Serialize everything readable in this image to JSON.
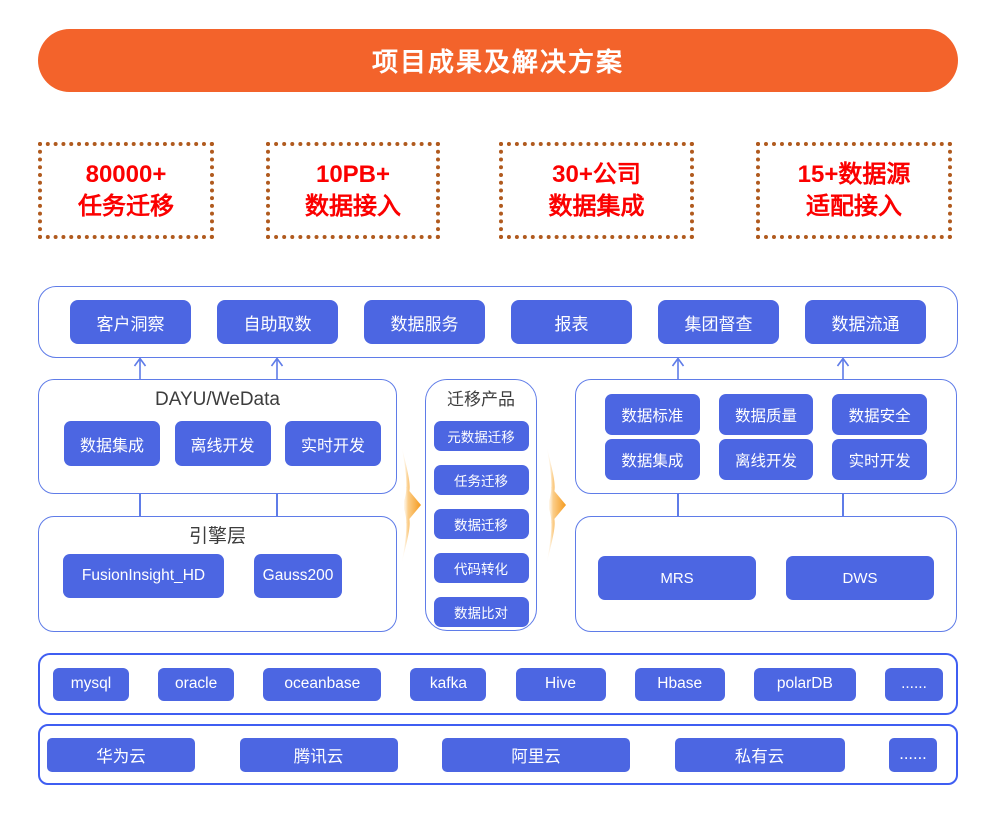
{
  "banner": {
    "title": "项目成果及解决方案"
  },
  "stats": [
    {
      "value": "80000+",
      "label": "任务迁移"
    },
    {
      "value": "10PB+",
      "label": "数据接入"
    },
    {
      "value": "30+公司",
      "label": "数据集成"
    },
    {
      "value": "15+数据源",
      "label": "适配接入"
    }
  ],
  "application_layer": {
    "items": [
      "客户洞察",
      "自助取数",
      "数据服务",
      "报表",
      "集团督查",
      "数据流通"
    ]
  },
  "dayu": {
    "title": "DAYU/WeData",
    "items": [
      "数据集成",
      "离线开发",
      "实时开发"
    ]
  },
  "migration": {
    "title": "迁移产品",
    "items": [
      "元数据迁移",
      "任务迁移",
      "数据迁移",
      "代码转化",
      "数据比对"
    ]
  },
  "governance": {
    "items": [
      "数据标准",
      "数据质量",
      "数据安全",
      "数据集成",
      "离线开发",
      "实时开发"
    ]
  },
  "engine": {
    "title": "引擎层",
    "items": [
      "FusionInsight_HD",
      "Gauss200"
    ]
  },
  "cloud_engine": {
    "items": [
      "MRS",
      "DWS"
    ]
  },
  "datasources": {
    "items": [
      "mysql",
      "oracle",
      "oceanbase",
      "kafka",
      "Hive",
      "Hbase",
      "polarDB",
      "......"
    ]
  },
  "clouds": {
    "items": [
      "华为云",
      "腾讯云",
      "阿里云",
      "私有云",
      "......"
    ]
  },
  "colors": {
    "accent_orange": "#F3632B",
    "stat_red": "#FB0000",
    "stat_border": "#B05A1E",
    "node_blue": "#4C66E2",
    "line_blue": "#5F7CE8",
    "line_blue_strong": "#3F5EF2",
    "arrow_orange": "#F59A1D"
  }
}
